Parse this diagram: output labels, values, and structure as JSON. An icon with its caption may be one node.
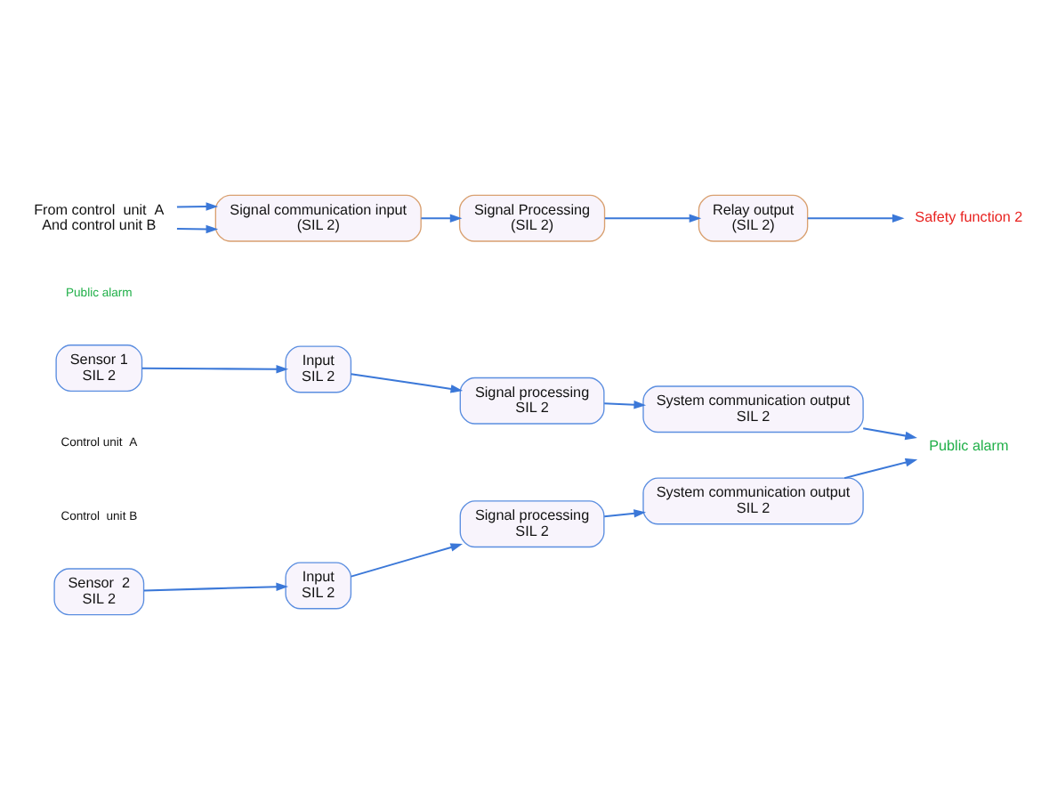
{
  "diagram": {
    "nodes": [
      {
        "text": [
          "Sensor 1",
          "SIL 2"
        ]
      },
      {
        "text": [
          "Input",
          "SIL 2"
        ]
      },
      {
        "text": [
          "Signal processing",
          "SIL 2"
        ]
      },
      {
        "text": [
          "System communication output",
          "SIL 2"
        ]
      },
      {
        "text": [
          "Sensor  2",
          "SIL 2"
        ]
      },
      {
        "text": [
          "Input",
          "SIL 2"
        ]
      },
      {
        "text": [
          "Signal processing",
          "SIL 2"
        ]
      },
      {
        "text": [
          "System communication output",
          "SIL 2"
        ]
      },
      {
        "text": [
          "Public alarm"
        ]
      },
      {
        "text": [
          "From control  unit  A",
          "And control unit B"
        ]
      },
      {
        "text": [
          "Signal communication input",
          "(SIL 2)"
        ]
      },
      {
        "text": [
          "Signal Processing",
          "(SIL 2)"
        ]
      },
      {
        "text": [
          "Relay output",
          "(SIL 2)"
        ]
      },
      {
        "text": [
          "Safety function 2"
        ]
      }
    ],
    "edges": [
      {
        "from": 0,
        "to": 1,
        "arrow": "to"
      },
      {
        "from": 1,
        "to": 2,
        "arrow": "to"
      },
      {
        "from": 2,
        "to": 3,
        "arrow": "to"
      },
      {
        "from": 3,
        "to": 8,
        "arrow": "to"
      },
      {
        "from": 4,
        "to": 5,
        "arrow": "to"
      },
      {
        "from": 5,
        "to": 6,
        "arrow": "to"
      },
      {
        "from": 6,
        "to": 7,
        "arrow": "to"
      },
      {
        "from": 7,
        "to": 8,
        "arrow": "to"
      },
      {
        "from": 9,
        "to": 10,
        "arrow": "to"
      },
      {
        "from": 9,
        "to": 10,
        "arrow": "to"
      },
      {
        "from": 10,
        "to": 11,
        "arrow": "to"
      },
      {
        "from": 11,
        "to": 12,
        "arrow": "to"
      },
      {
        "from": 12,
        "to": 13,
        "arrow": "to"
      }
    ],
    "labels": [
      "Control unit  A",
      "Control  unit B",
      "Public alarm"
    ]
  }
}
